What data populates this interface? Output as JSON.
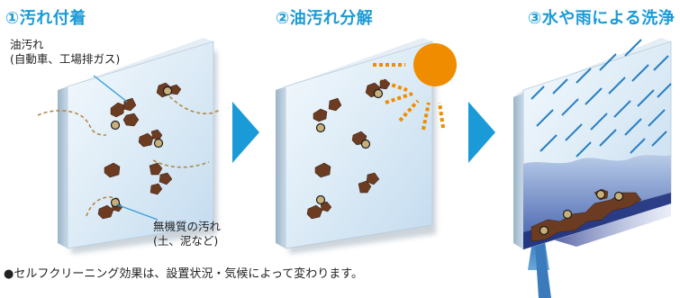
{
  "steps": [
    {
      "label": "①汚れ付着"
    },
    {
      "label": "②油汚れ分解"
    },
    {
      "label": "③水や雨による洗浄"
    }
  ],
  "callouts": {
    "oil_line1": "油汚れ",
    "oil_line2": "(自動車、工場排ガス)",
    "inorganic_line1": "無機質の汚れ",
    "inorganic_line2": "(土、泥など)"
  },
  "footnote": "●セルフクリーニング効果は、設置状況・気候によって変わります。",
  "colors": {
    "title": "#1a9ad6",
    "arrow": "#1a9ad6",
    "sun": "#f08c00",
    "rain": "#2a7fc4",
    "dirt": "#6b3b22",
    "particle": "#c8b078"
  }
}
